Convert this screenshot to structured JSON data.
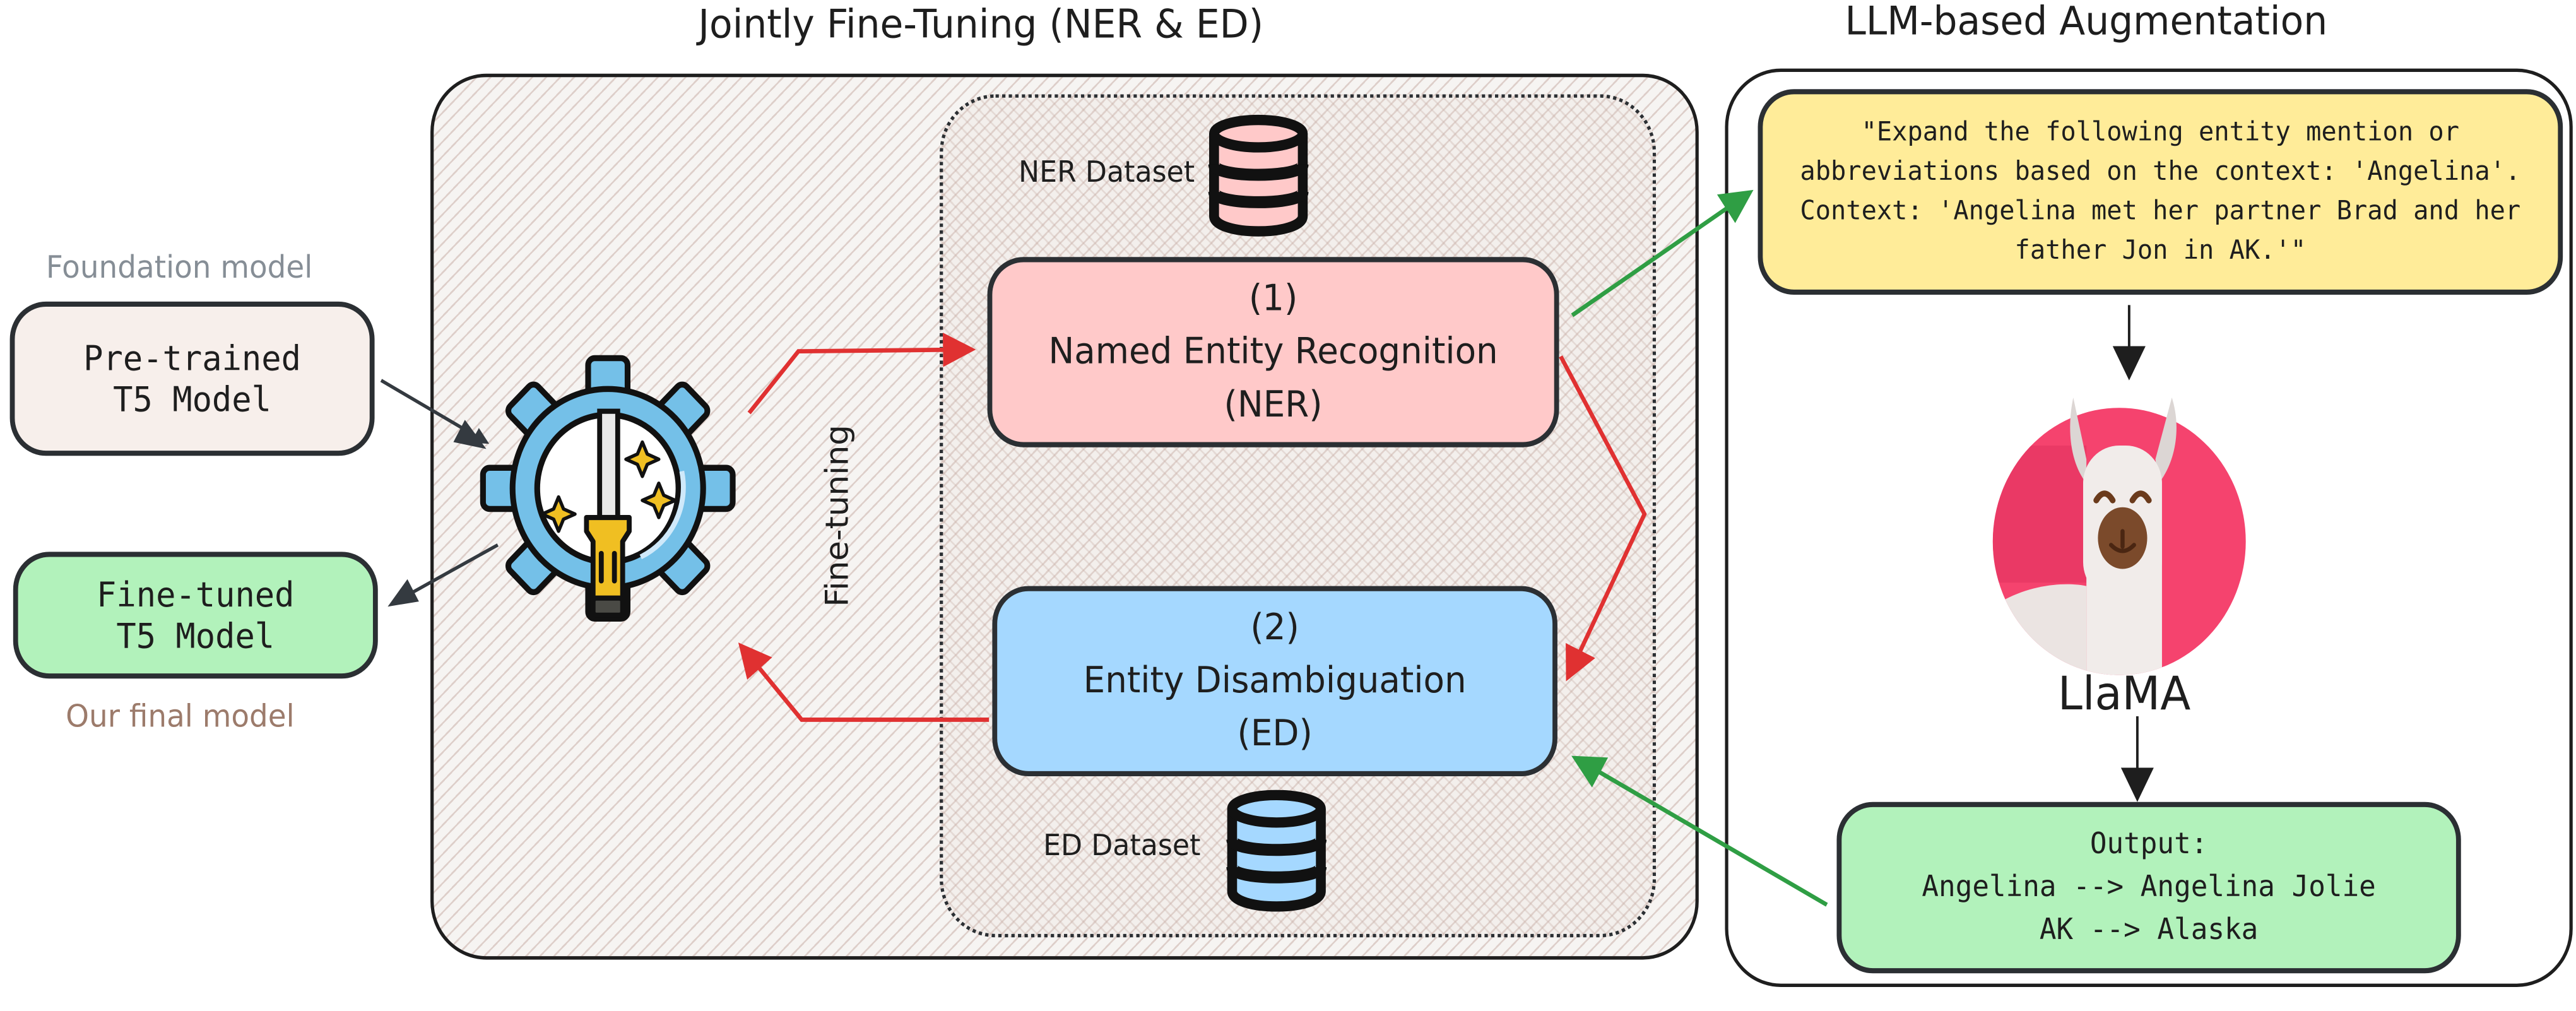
{
  "sections": {
    "joint_title": "Jointly Fine-Tuning (NER & ED)",
    "llm_title": "LLM-based Augmentation"
  },
  "left": {
    "foundation_label": "Foundation model",
    "pretrained_box": {
      "line1": "Pre-trained",
      "line2": "T5 Model"
    },
    "finetuned_box": {
      "line1": "Fine-tuned",
      "line2": "T5 Model"
    },
    "final_label": "Our final model"
  },
  "center": {
    "finetuning_label": "Fine-tuning",
    "ner_dataset_label": "NER Dataset",
    "ed_dataset_label": "ED Dataset",
    "ner_box": {
      "index": "(1)",
      "name": "Named Entity Recognition",
      "abbr": "(NER)"
    },
    "ed_box": {
      "index": "(2)",
      "name": "Entity Disambiguation",
      "abbr": "(ED)"
    }
  },
  "right": {
    "prompt_lines": [
      "\"Expand the following entity mention or",
      "abbreviations based on the context: 'Angelina'.",
      "Context: 'Angelina met her partner Brad and her",
      "father Jon in AK.'\""
    ],
    "llm_label": "LlaMA",
    "output_lines": [
      "Output:",
      "Angelina --> Angelina Jolie",
      "AK --> Alaska"
    ]
  },
  "icons": {
    "gear": "gear-screwdriver-icon",
    "database": "database-icon",
    "llama": "llama-icon"
  },
  "colors": {
    "pretrained_fill": "#f7efeb",
    "finetuned_fill": "#b2f2bb",
    "ner_fill": "#ffc9c9",
    "ed_fill": "#a5d8ff",
    "prompt_fill": "#ffec99",
    "output_fill": "#b2f2bb",
    "red_arrow": "#e03131",
    "green_arrow": "#2f9e44",
    "dark_arrow": "#343a40",
    "foundation_text": "#868e96",
    "final_text": "#9c7b6b",
    "llama_circle": "#f5436e"
  }
}
